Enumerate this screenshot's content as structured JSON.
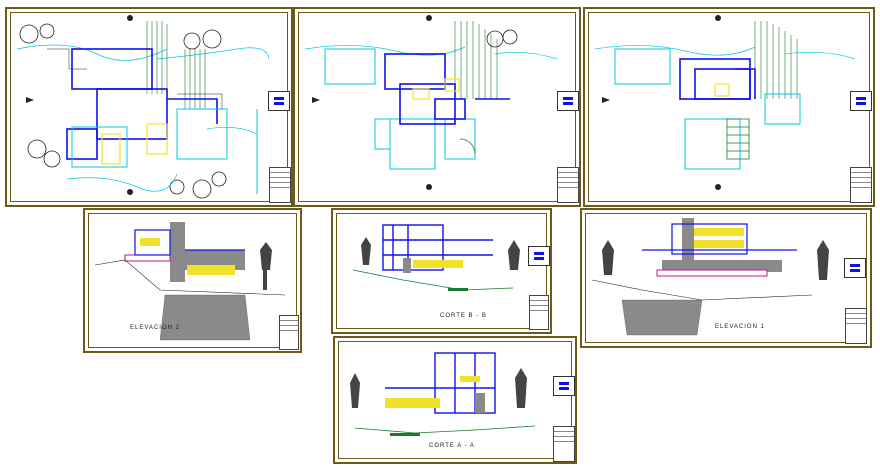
{
  "sheets": [
    {
      "id": "plan-1",
      "type": "floor-plan"
    },
    {
      "id": "plan-2",
      "type": "floor-plan"
    },
    {
      "id": "plan-3",
      "type": "floor-plan"
    },
    {
      "id": "elevacion-2",
      "type": "elevation",
      "label": "ELEVACION 2"
    },
    {
      "id": "corte-b-b",
      "type": "section",
      "label": "CORTE  B - B"
    },
    {
      "id": "elevacion-1",
      "type": "elevation",
      "label": "ELEVACION 1"
    },
    {
      "id": "corte-a-a",
      "type": "section",
      "label": "CORTE  A - A"
    }
  ],
  "colors": {
    "border": "#6b5a1a",
    "wall": "#1010ee",
    "cyan": "#00c8e6",
    "yellow": "#f2e12a",
    "green": "#1a7a2e",
    "gray": "#8a8a8a",
    "dark": "#222222"
  }
}
